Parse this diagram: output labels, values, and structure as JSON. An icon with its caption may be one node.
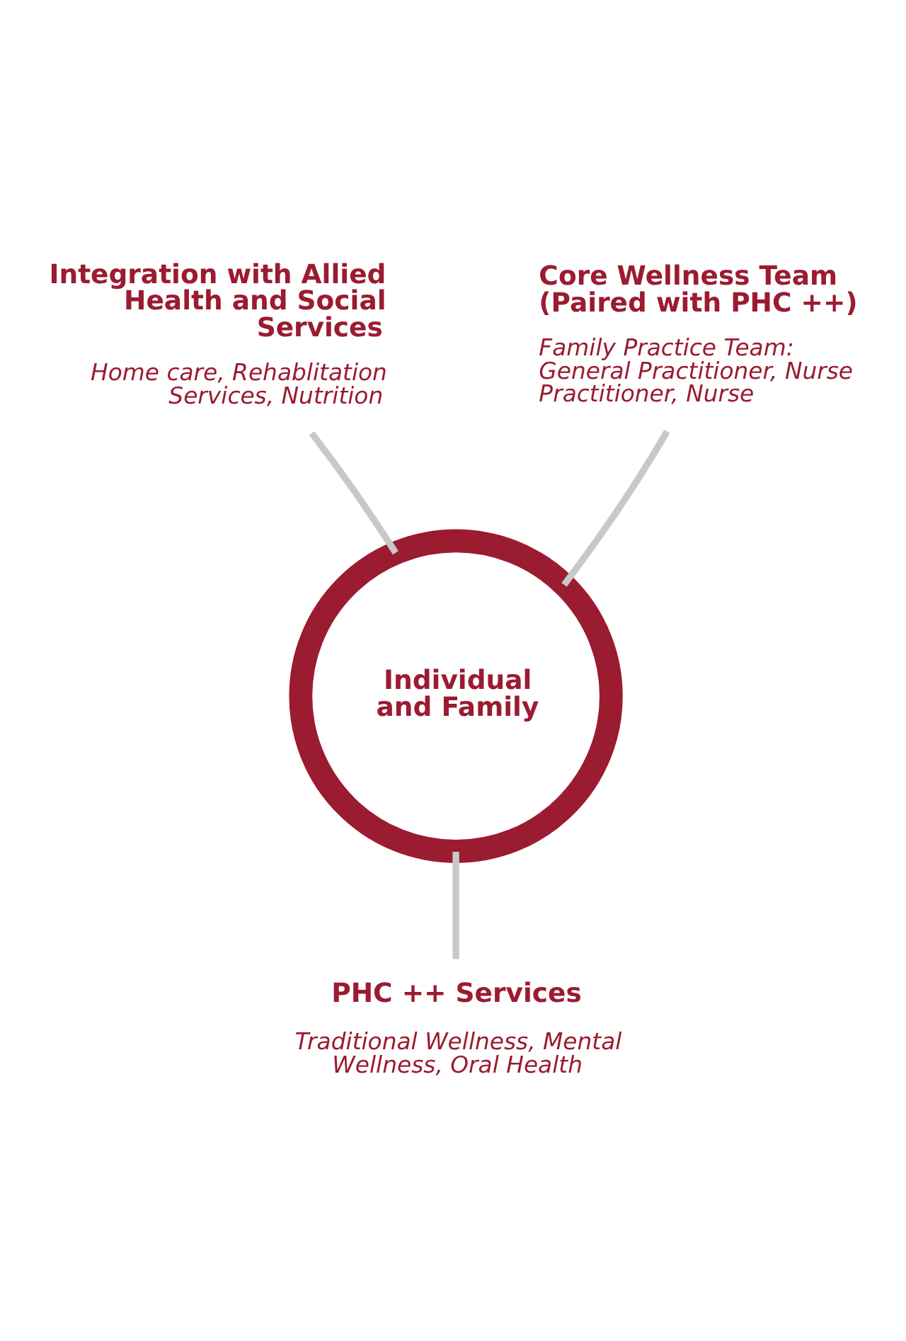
{
  "diagram": {
    "nodes": [
      {
        "text": [
          "Integration with Allied Health and Social Services",
          "Home care, Rehablitation Services, Nutrition"
        ]
      },
      {
        "text": [
          "Core Wellness Team (Paired with PHC ++)",
          "Family Practice Team: General Practitioner, Nurse Practitioner, Nurse"
        ]
      },
      {
        "text": [
          "Individual and Family"
        ]
      },
      {
        "text": [
          "PHC ++ Services",
          "Traditional Wellness, Mental Wellness, Oral Health"
        ]
      }
    ],
    "edges": [
      {
        "from": 2,
        "to": 0,
        "arrow": "none"
      },
      {
        "from": 2,
        "to": 1,
        "arrow": "none"
      },
      {
        "from": 2,
        "to": 3,
        "arrow": "none"
      }
    ]
  }
}
